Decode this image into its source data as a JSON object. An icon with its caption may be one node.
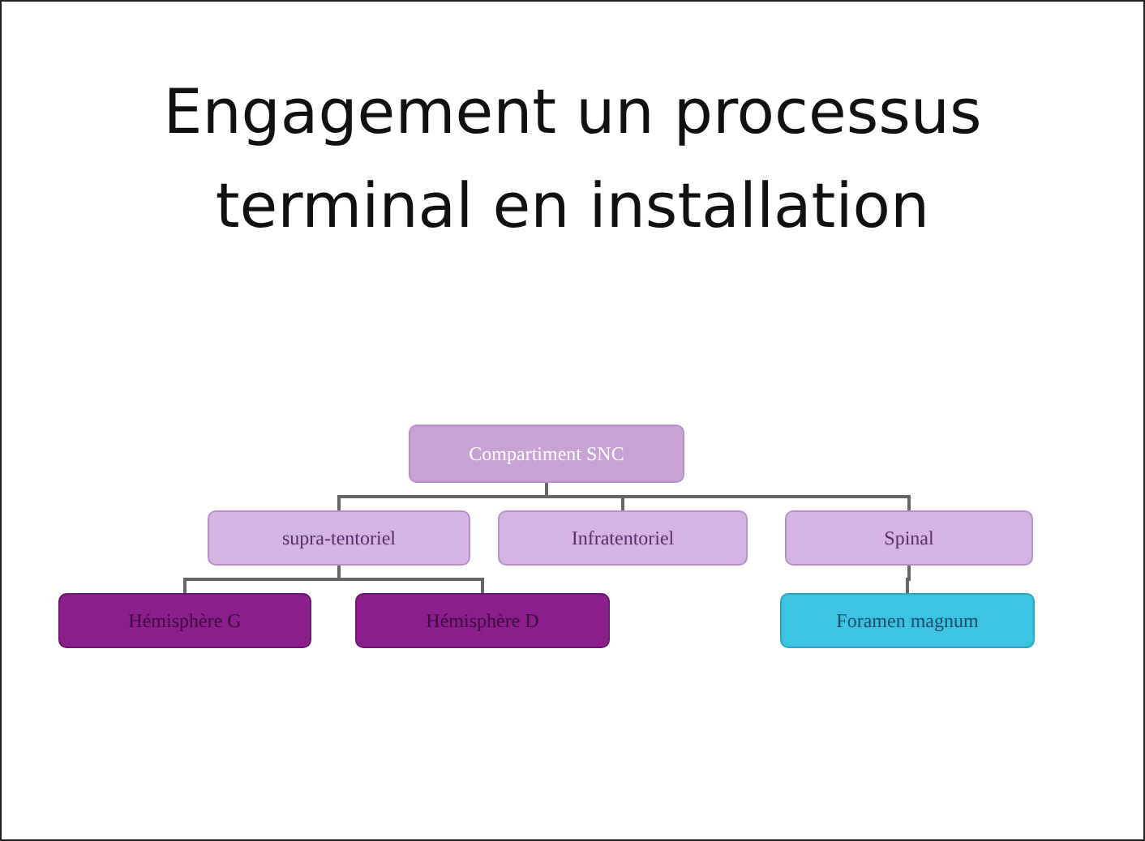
{
  "diagram": {
    "title": "Engagement un processus terminal en installation",
    "nodes": [
      {
        "text": [
          "Compartiment SNC"
        ]
      },
      {
        "text": [
          "supra-tentoriel"
        ]
      },
      {
        "text": [
          "Infratentoriel"
        ]
      },
      {
        "text": [
          "Spinal"
        ]
      },
      {
        "text": [
          "Hémisphère G"
        ]
      },
      {
        "text": [
          "Hémisphère D"
        ]
      },
      {
        "text": [
          "Foramen magnum"
        ]
      }
    ],
    "edges": [
      {
        "from": 0,
        "to": 1,
        "arrow": "none"
      },
      {
        "from": 0,
        "to": 2,
        "arrow": "none"
      },
      {
        "from": 0,
        "to": 3,
        "arrow": "none"
      },
      {
        "from": 1,
        "to": 4,
        "arrow": "none"
      },
      {
        "from": 1,
        "to": 5,
        "arrow": "none"
      },
      {
        "from": 3,
        "to": 6,
        "arrow": "none"
      }
    ]
  }
}
